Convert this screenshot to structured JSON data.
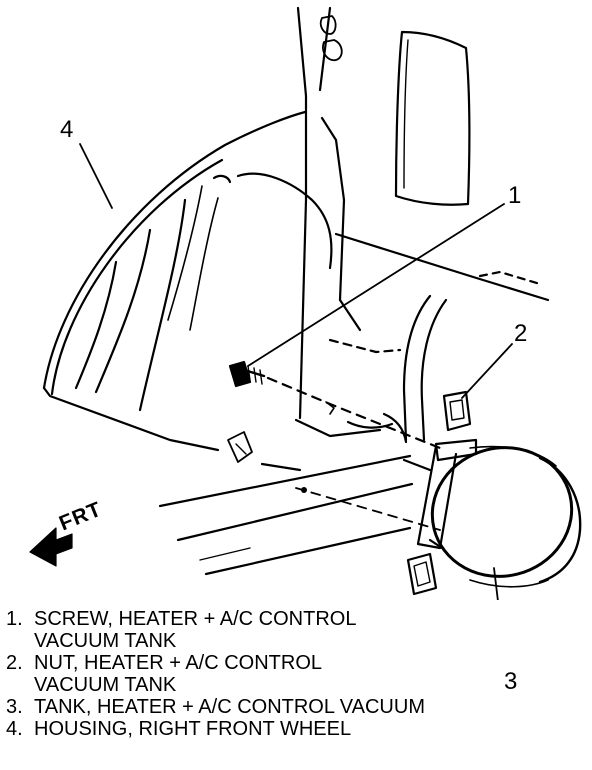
{
  "callouts": {
    "c1": "1",
    "c2": "2",
    "c3": "3",
    "c4": "4"
  },
  "direction_label": "FRT",
  "legend": [
    {
      "num": "1.",
      "line1": "SCREW, HEATER + A/C CONTROL",
      "line2": "VACUUM TANK"
    },
    {
      "num": "2.",
      "line1": "NUT, HEATER + A/C CONTROL",
      "line2": "VACUUM TANK"
    },
    {
      "num": "3.",
      "line1": "TANK, HEATER + A/C CONTROL VACUUM",
      "line2": ""
    },
    {
      "num": "4.",
      "line1": "HOUSING, RIGHT FRONT WHEEL",
      "line2": ""
    }
  ]
}
